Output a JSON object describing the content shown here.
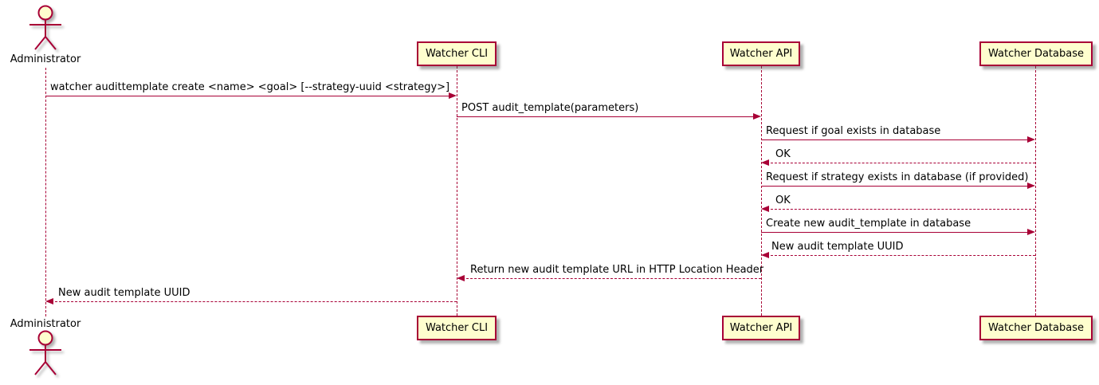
{
  "diagram": {
    "type": "sequence-diagram",
    "actors": [
      {
        "name": "Administrator"
      }
    ],
    "participants": [
      {
        "label": "Watcher CLI"
      },
      {
        "label": "Watcher API"
      },
      {
        "label": "Watcher Database"
      }
    ],
    "messages": [
      {
        "from": "Administrator",
        "to": "Watcher CLI",
        "style": "solid",
        "label": "watcher audittemplate create <name> <goal> [--strategy-uuid <strategy>]"
      },
      {
        "from": "Watcher CLI",
        "to": "Watcher API",
        "style": "solid",
        "label": "POST audit_template(parameters)"
      },
      {
        "from": "Watcher API",
        "to": "Watcher Database",
        "style": "solid",
        "label": "Request if goal exists in database"
      },
      {
        "from": "Watcher Database",
        "to": "Watcher API",
        "style": "dashed",
        "label": "OK"
      },
      {
        "from": "Watcher API",
        "to": "Watcher Database",
        "style": "solid",
        "label": "Request if strategy exists in database (if provided)"
      },
      {
        "from": "Watcher Database",
        "to": "Watcher API",
        "style": "dashed",
        "label": "OK"
      },
      {
        "from": "Watcher API",
        "to": "Watcher Database",
        "style": "solid",
        "label": "Create new audit_template in database"
      },
      {
        "from": "Watcher Database",
        "to": "Watcher API",
        "style": "dashed",
        "label": "New audit template UUID"
      },
      {
        "from": "Watcher API",
        "to": "Watcher CLI",
        "style": "dashed",
        "label": "Return new audit template URL in HTTP Location Header"
      },
      {
        "from": "Watcher CLI",
        "to": "Administrator",
        "style": "dashed",
        "label": "New audit template UUID"
      }
    ],
    "colors": {
      "line": "#A80036",
      "box_fill": "#FEFECE",
      "text": "#000000",
      "background": "#FFFFFF"
    }
  }
}
